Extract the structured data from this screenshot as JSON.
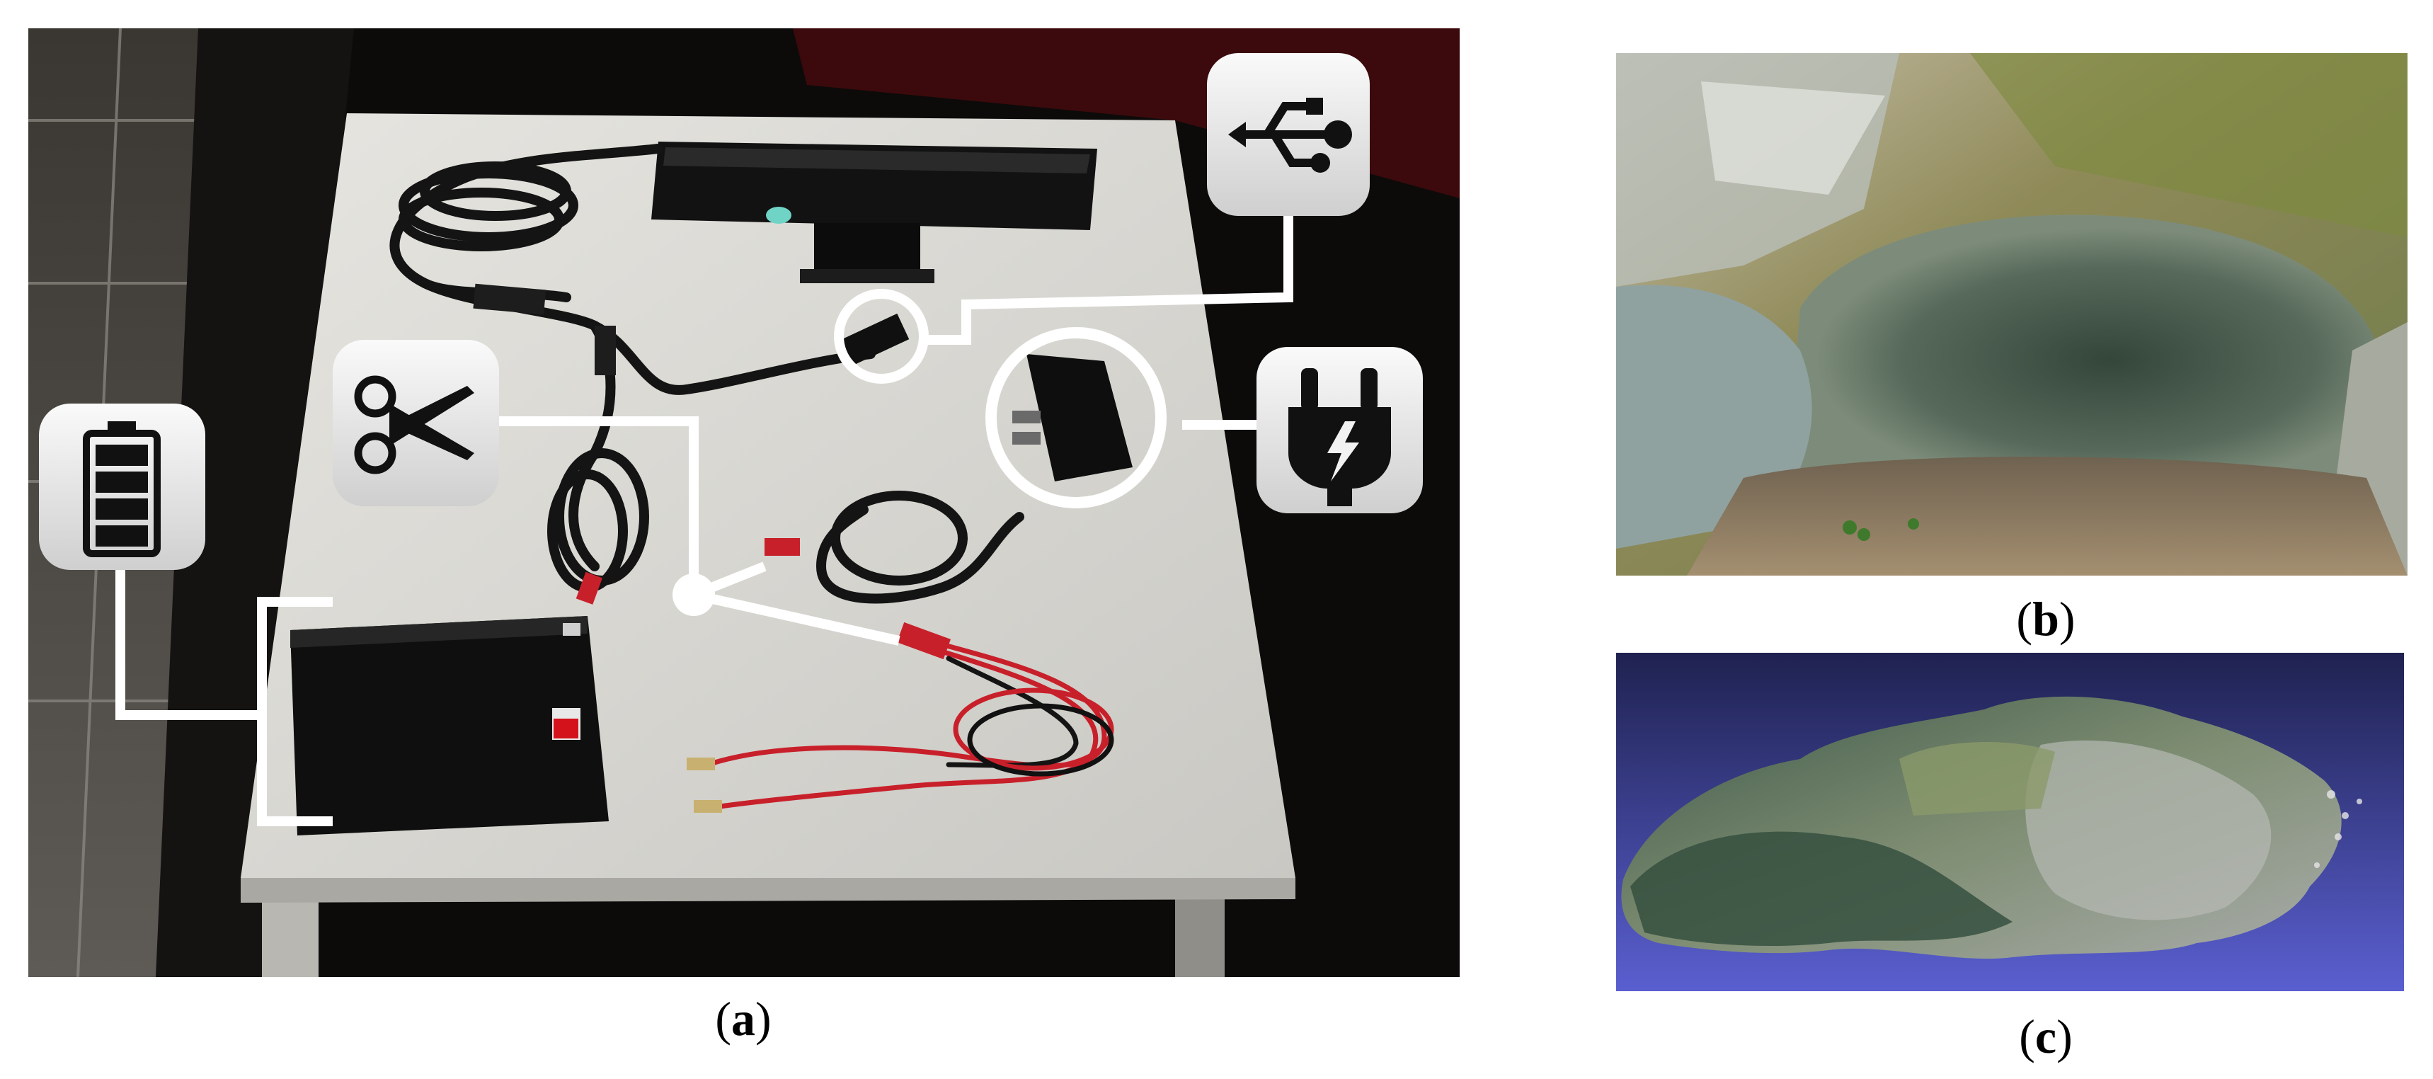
{
  "captions": {
    "a_open": "(",
    "a_letter": "a",
    "a_close": ")",
    "b_open": "(",
    "b_letter": "b",
    "b_close": ")",
    "c_open": "(",
    "c_letter": "c",
    "c_close": ")"
  },
  "icons": {
    "usb": "usb-icon",
    "power_plug": "power-plug-icon",
    "scissors": "scissors-icon",
    "battery": "battery-icon"
  },
  "colors": {
    "background_dark": "#0d0a0a",
    "table_white": "#dcdbd6",
    "callout_line": "#ffffff",
    "cable_red": "#c8202a",
    "cable_black": "#141414",
    "rock_green": "#7c8c4a",
    "mesh_background": "#4f53b8"
  }
}
